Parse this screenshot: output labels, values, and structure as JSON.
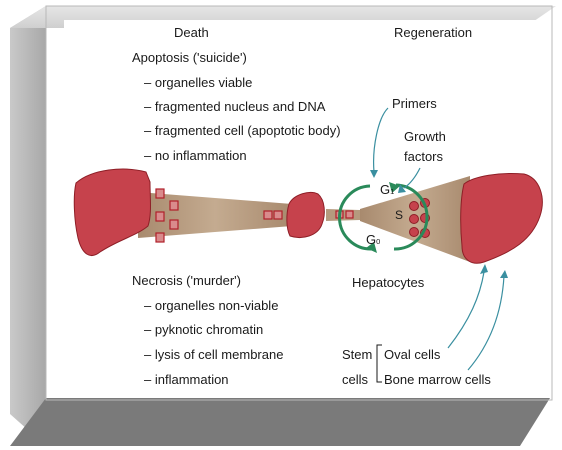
{
  "diagram": {
    "headings": {
      "death": "Death",
      "regeneration": "Regeneration"
    },
    "apoptosis": {
      "title": "Apoptosis ('suicide')",
      "items": [
        "– organelles viable",
        "– fragmented nucleus and DNA",
        "– fragmented cell (apoptotic body)",
        "– no inflammation"
      ]
    },
    "necrosis": {
      "title": "Necrosis ('murder')",
      "items": [
        "– organelles non-viable",
        "– pyknotic chromatin",
        "– lysis of cell membrane",
        "– inflammation"
      ]
    },
    "cycle": {
      "primers": "Primers",
      "growth_factors_line1": "Growth",
      "growth_factors_line2": "factors",
      "g_letter": "G",
      "g1_sub": "1",
      "g0_sub": "0",
      "s_phase": "S",
      "hepatocytes": "Hepatocytes"
    },
    "stem": {
      "line1": "Stem",
      "line2": "cells",
      "oval": "Oval cells",
      "marrow": "Bone marrow cells"
    }
  },
  "colors": {
    "liver": "#c6424c",
    "cone": "#ab9179",
    "cycle_arrow": "#2a8a5a",
    "pointer_arrow": "#3a8fa0",
    "square_outline": "#b0202a"
  }
}
